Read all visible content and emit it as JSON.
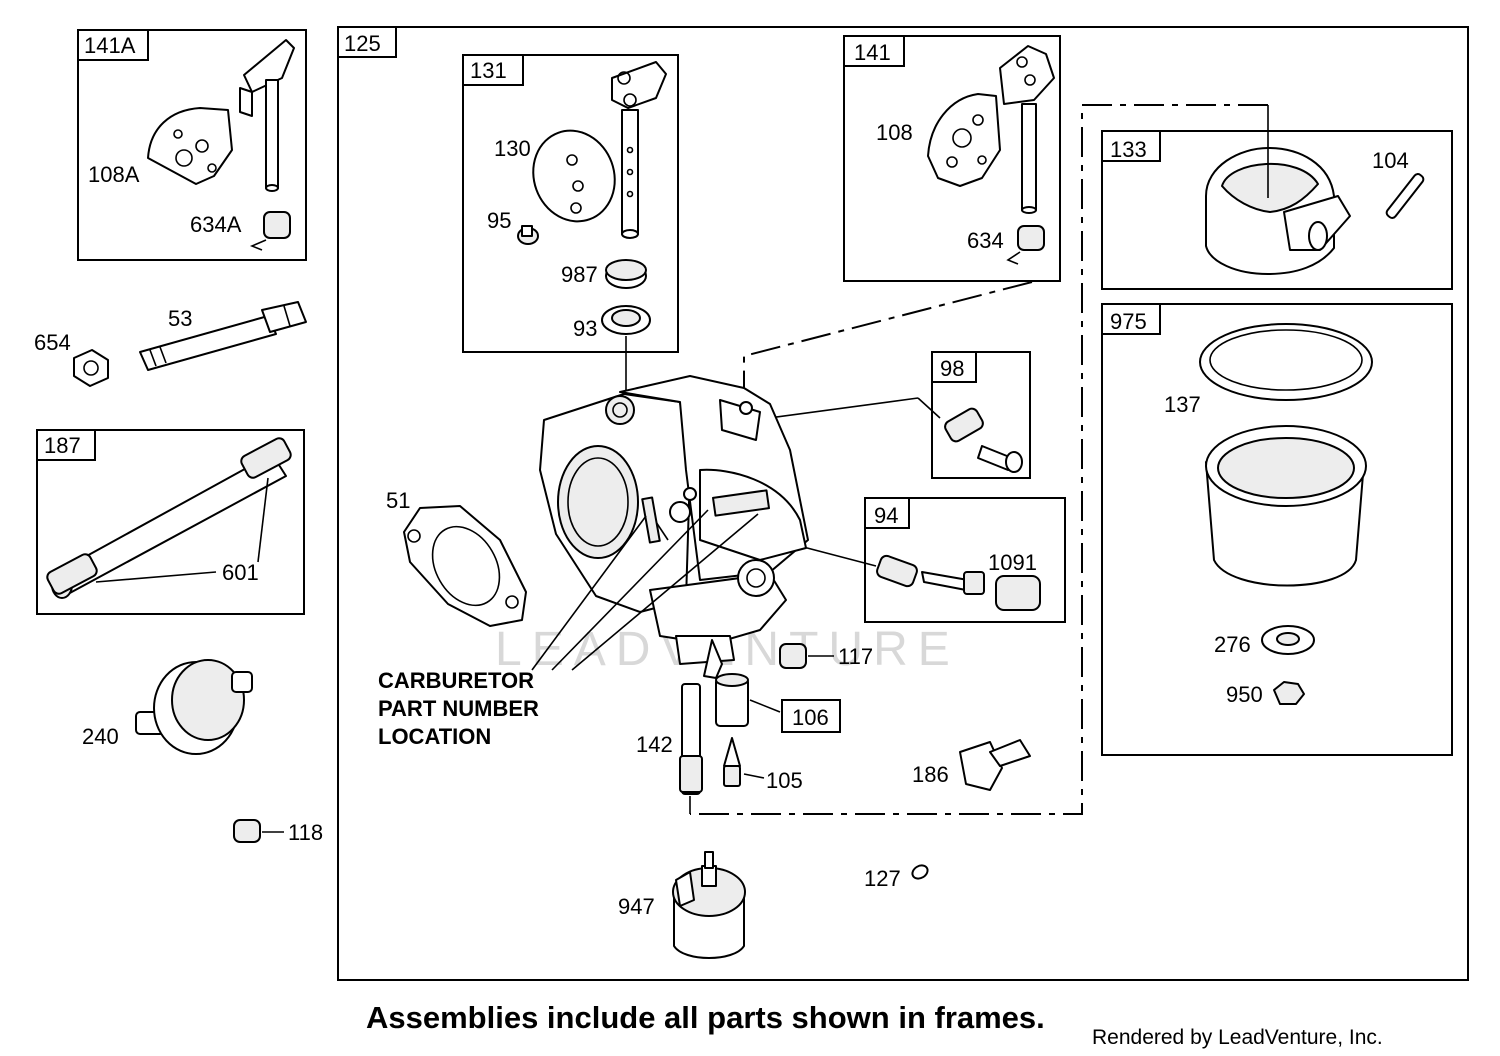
{
  "watermark": "LEADVENTURE",
  "footer": {
    "note": "Assemblies include all parts shown in frames.",
    "rendered_by": "Rendered by LeadVenture, Inc."
  },
  "callout": {
    "line1": "CARBURETOR",
    "line2": "PART NUMBER",
    "line3": "LOCATION"
  },
  "frames": {
    "f141A": "141A",
    "f125": "125",
    "f131": "131",
    "f141": "141",
    "f133": "133",
    "f975": "975",
    "f187": "187",
    "f98": "98",
    "f94": "94"
  },
  "labels": {
    "p108A": "108A",
    "p634A": "634A",
    "p654": "654",
    "p53": "53",
    "p601": "601",
    "p240": "240",
    "p118": "118",
    "p130": "130",
    "p95": "95",
    "p987": "987",
    "p93": "93",
    "p108": "108",
    "p634": "634",
    "p104": "104",
    "p137": "137",
    "p276": "276",
    "p950": "950",
    "p51": "51",
    "p1091": "1091",
    "p117": "117",
    "p106": "106",
    "p142": "142",
    "p105": "105",
    "p186": "186",
    "p127": "127",
    "p947": "947"
  },
  "icons": [
    "throttle-shaft-icon",
    "carburetor-body-icon",
    "float-bowl-icon",
    "fuel-filter-icon",
    "solenoid-icon"
  ]
}
